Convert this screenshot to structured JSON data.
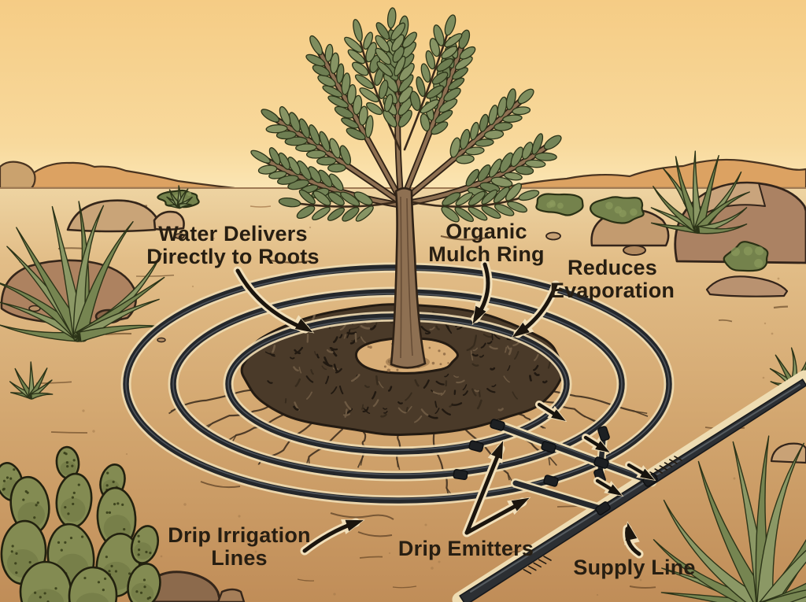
{
  "labels": {
    "water_to_roots": {
      "line1": "Water Delivers",
      "line2": "Directly to Roots"
    },
    "organic_mulch": {
      "line1": "Organic",
      "line2": "Mulch Ring"
    },
    "reduces_evaporation": {
      "line1": "Reduces",
      "line2": "Evaporation"
    },
    "drip_lines": {
      "line1": "Drip Irrigation",
      "line2": "Lines"
    },
    "drip_emitters": {
      "line1": "Drip Emitters"
    },
    "supply_line": {
      "line1": "Supply Line"
    }
  },
  "colors": {
    "sky_top": "#f5cc85",
    "sky_horizon": "#fbe6b4",
    "mountains": "#dca262",
    "sand_light": "#e9cd9d",
    "sand_dark": "#c08d58",
    "mulch": "#4a3a29",
    "tubing": "#24272b",
    "tubing_halo": "#eedcb2",
    "foliage_green": "#7c8b5e",
    "trunk_brown": "#8e7052",
    "label_text": "#271e12",
    "arrow_black": "#17130e"
  }
}
